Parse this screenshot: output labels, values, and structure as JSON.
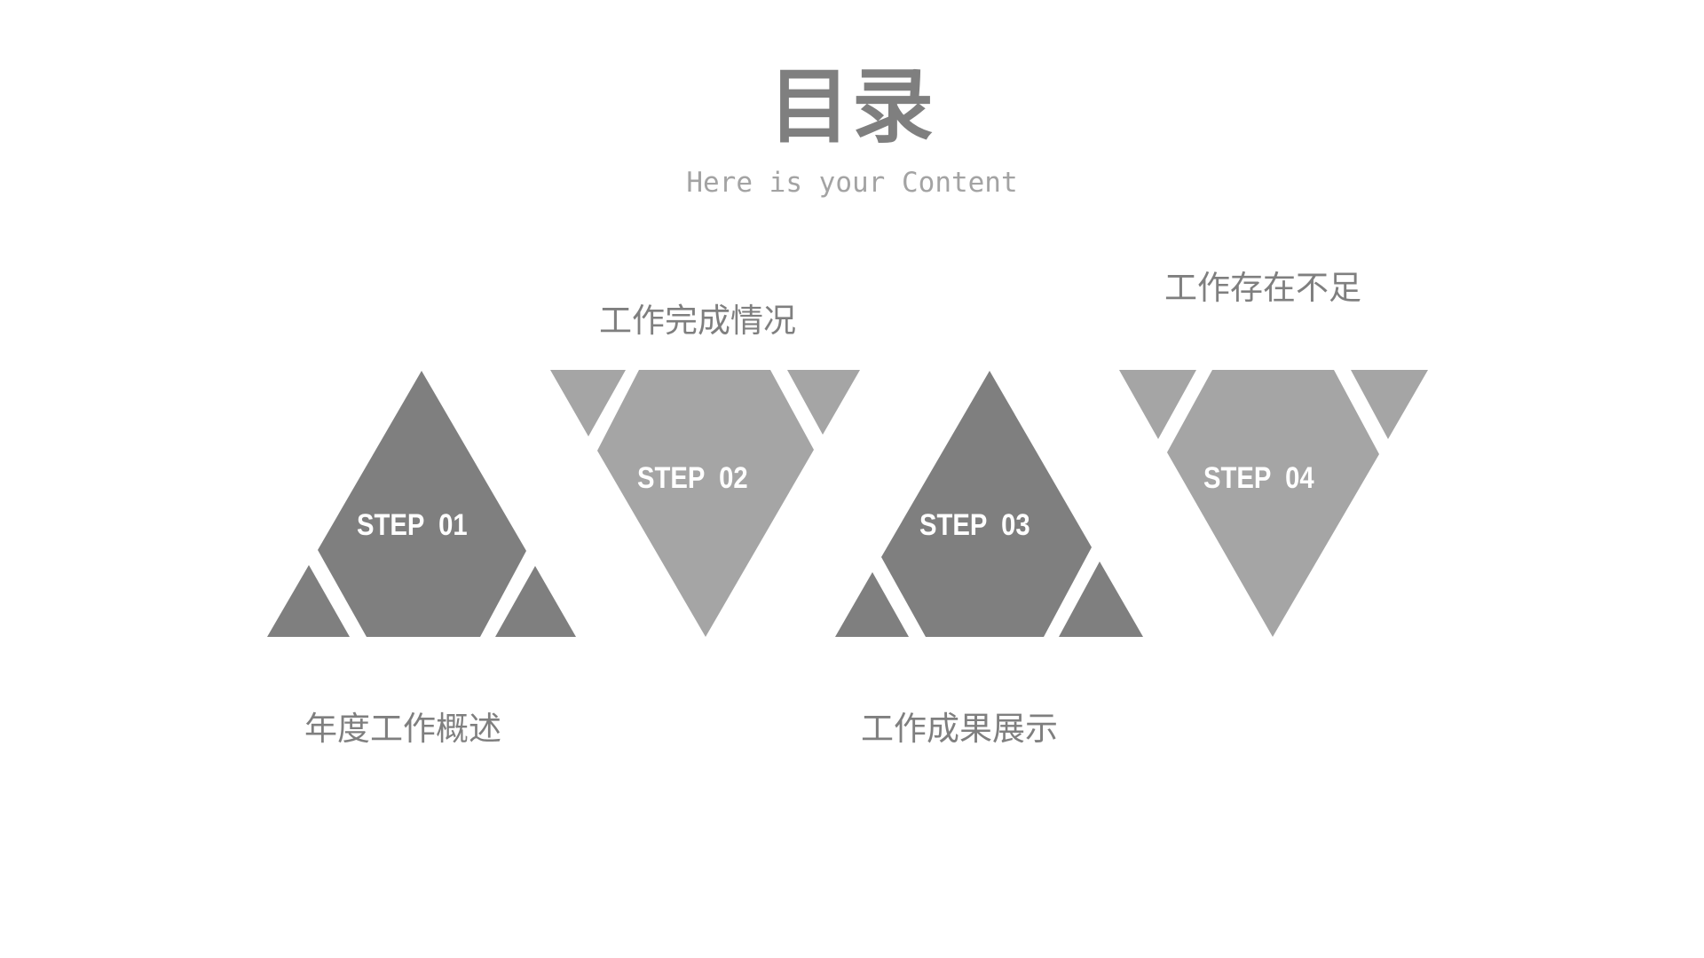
{
  "header": {
    "title": "目录",
    "subtitle": "Here is your Content"
  },
  "colors": {
    "dark_gray": "#7f7f7f",
    "light_gray": "#a5a5a5",
    "text_gray": "#7f7f7f",
    "subtitle_gray": "#a3a3a3",
    "background": "#ffffff"
  },
  "steps": [
    {
      "label": "STEP  01",
      "title": "年度工作概述",
      "shape": "upward-triangle",
      "color": "dark"
    },
    {
      "label": "STEP  02",
      "title": "工作完成情况",
      "shape": "downward-triangle",
      "color": "light"
    },
    {
      "label": "STEP  03",
      "title": "工作成果展示",
      "shape": "upward-triangle",
      "color": "dark"
    },
    {
      "label": "STEP  04",
      "title": "工作存在不足",
      "shape": "downward-triangle",
      "color": "light"
    }
  ]
}
